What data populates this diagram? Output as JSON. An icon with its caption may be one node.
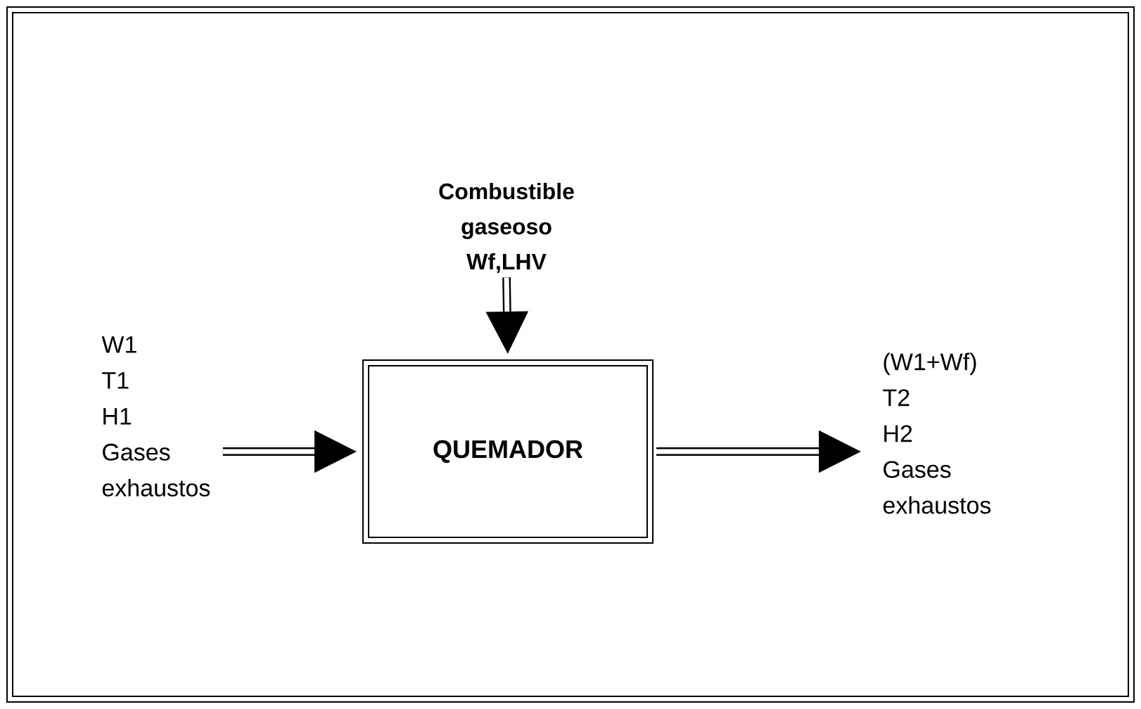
{
  "diagram": {
    "nodes": [
      {
        "text": [
          "Combustible gaseoso",
          "Wf,LHV"
        ]
      },
      {
        "text": [
          "W1",
          "T1",
          "H1",
          "Gases exhaustos"
        ]
      },
      {
        "text": [
          "QUEMADOR"
        ]
      },
      {
        "text": [
          "(W1+Wf)",
          "T2",
          "H2",
          "Gases exhaustos"
        ]
      }
    ],
    "edges": [
      {
        "from": 0,
        "to": 2,
        "arrow": "to"
      },
      {
        "from": 1,
        "to": 2,
        "arrow": "to"
      },
      {
        "from": 2,
        "to": 3,
        "arrow": "to"
      }
    ]
  }
}
